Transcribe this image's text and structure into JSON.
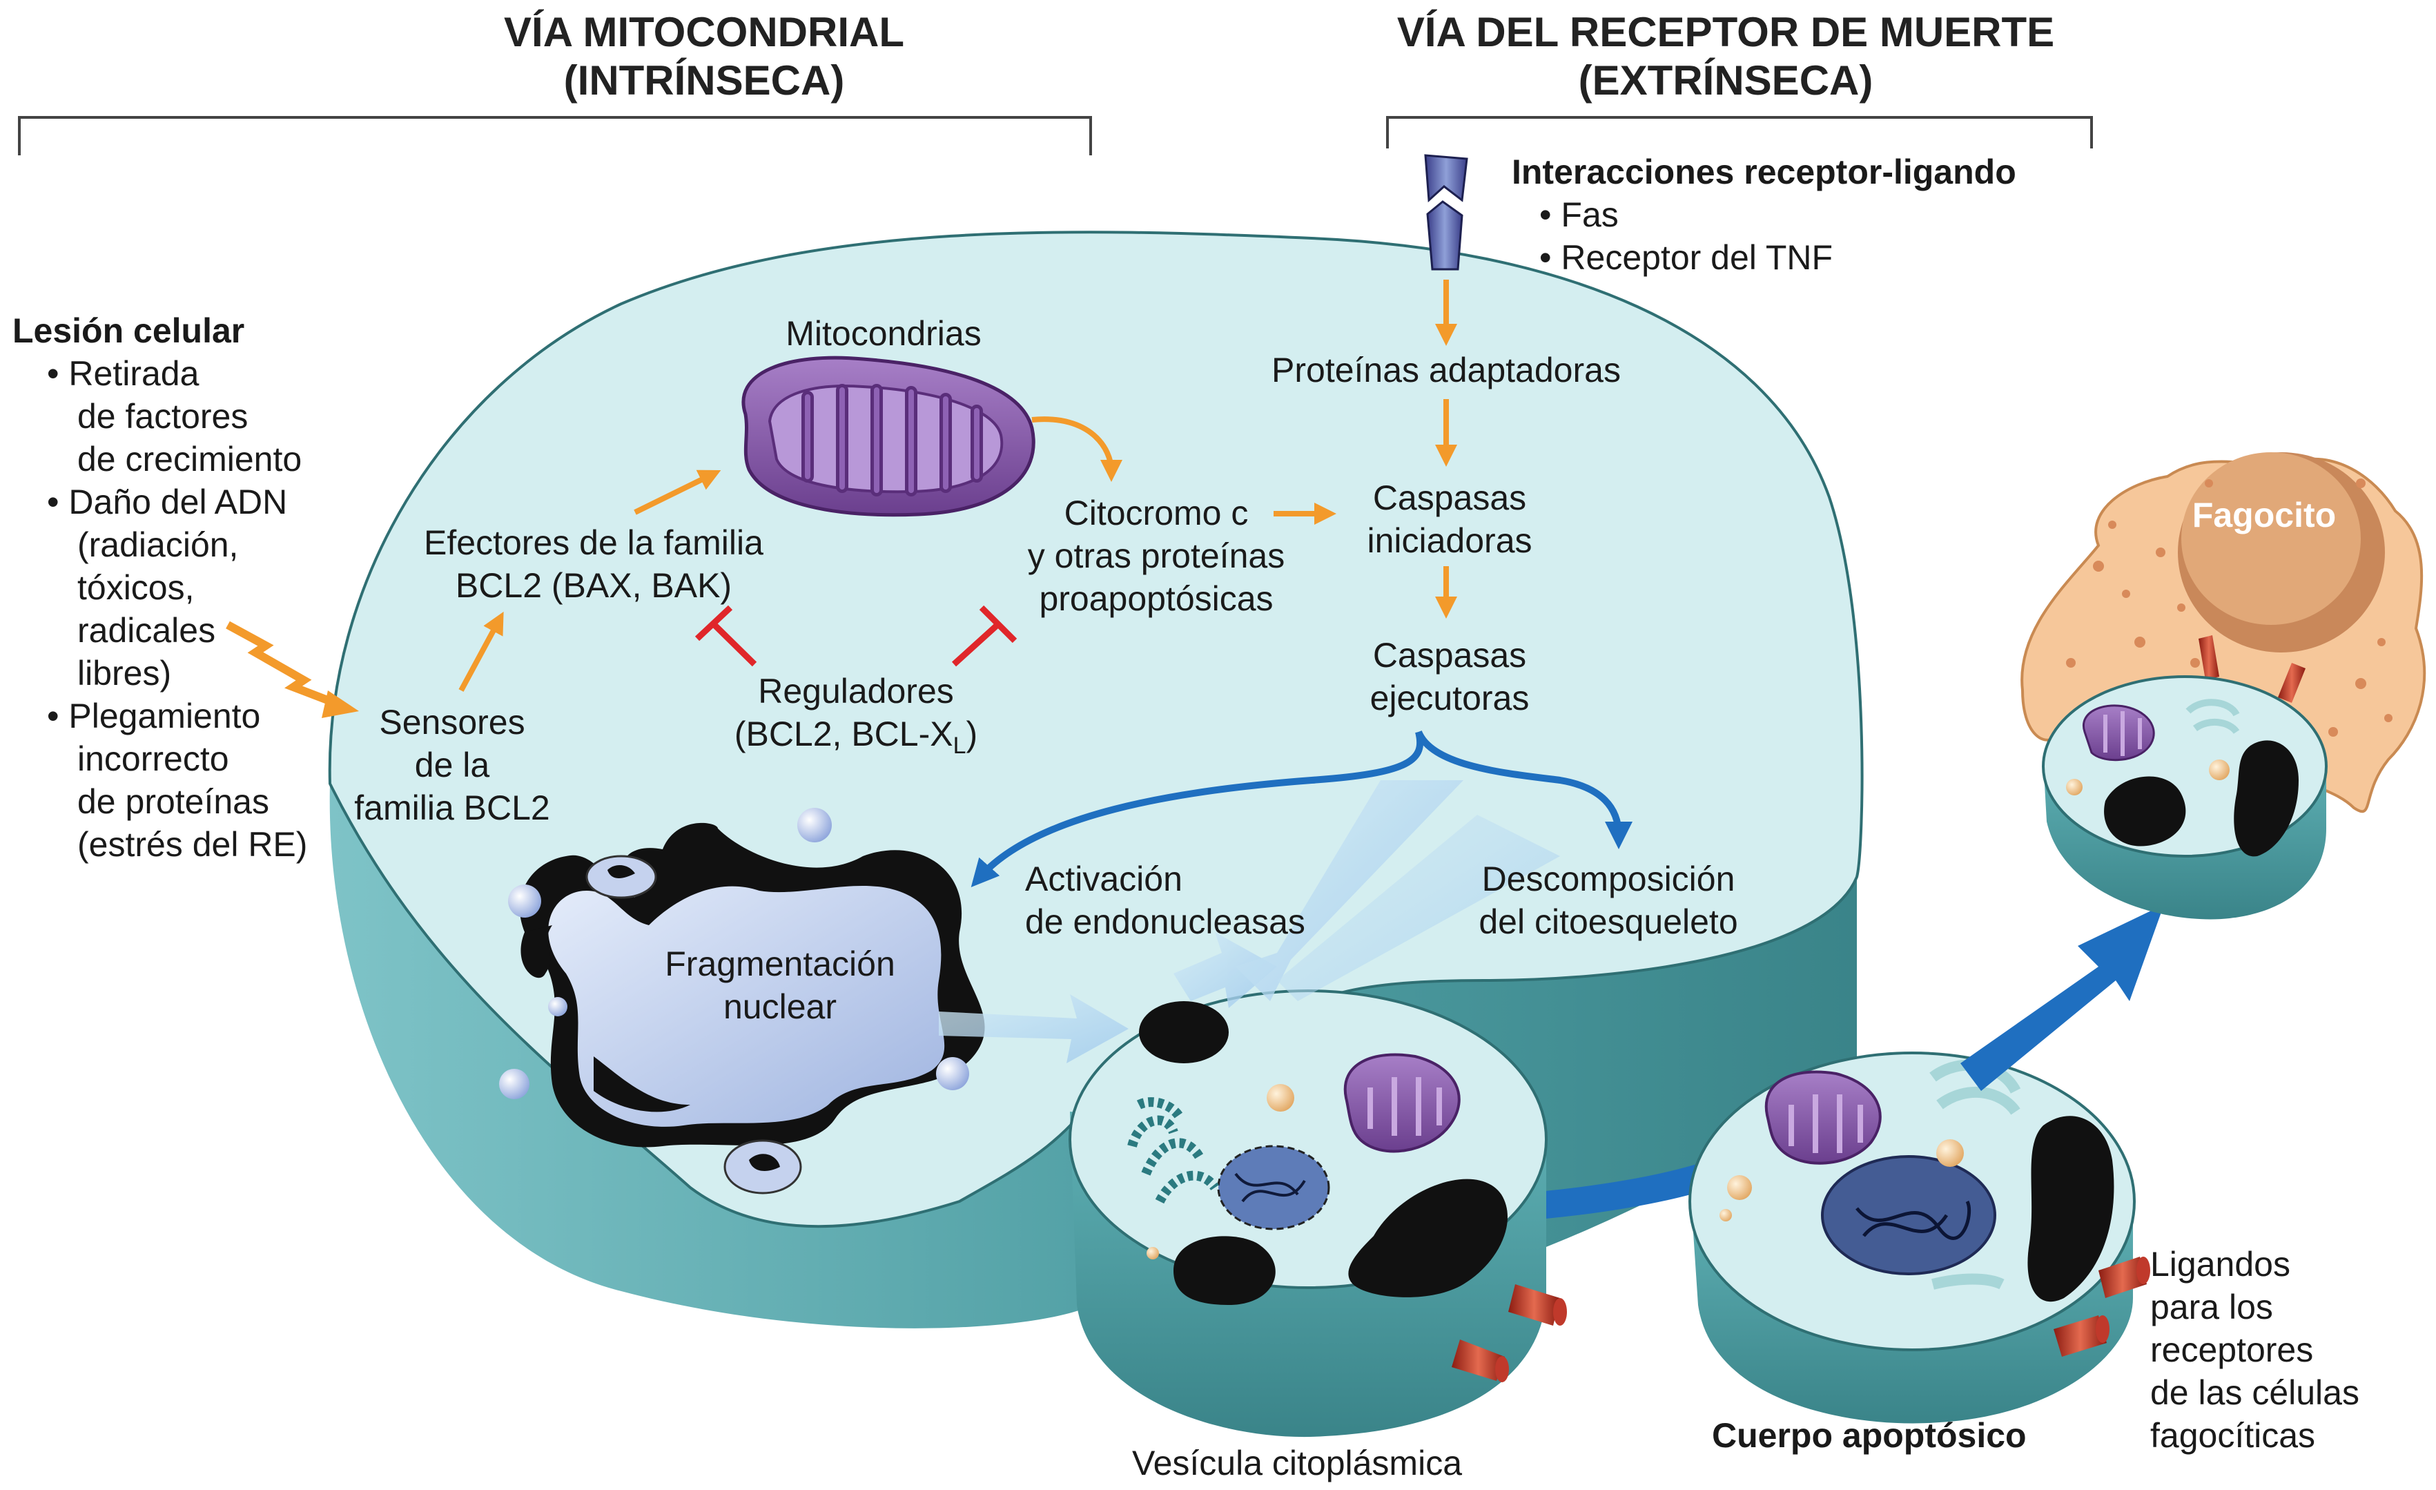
{
  "headers": {
    "intrinsic_line1": "VÍA MITOCONDRIAL",
    "intrinsic_line2": "(INTRÍNSECA)",
    "extrinsic_line1": "VÍA DEL RECEPTOR DE MUERTE",
    "extrinsic_line2": "(EXTRÍNSECA)"
  },
  "injury": {
    "title": "Lesión celular",
    "items": [
      [
        "Retirada",
        "de factores",
        "de crecimiento"
      ],
      [
        "Daño del ADN",
        "(radiación,",
        "tóxicos,",
        "radicales",
        "libres)"
      ],
      [
        "Plegamiento",
        "incorrecto",
        "de proteínas",
        "(estrés del RE)"
      ]
    ]
  },
  "receptor": {
    "title": "Interacciones receptor-ligando",
    "items": [
      "Fas",
      "Receptor del TNF"
    ]
  },
  "nodes": {
    "mitochondria": "Mitocondrias",
    "effectors": [
      "Efectores de la familia",
      "BCL2 (BAX, BAK)"
    ],
    "sensors": [
      "Sensores",
      "de la",
      "familia BCL2"
    ],
    "cytochrome": [
      "Citocromo c",
      "y otras proteínas",
      "proapoptósicas"
    ],
    "regulators_line1": "Reguladores",
    "regulators_line2": "(BCL2, BCL-X",
    "regulators_sub": "L",
    "regulators_close": ")",
    "adaptors": "Proteínas adaptadoras",
    "initiator": [
      "Caspasas",
      "iniciadoras"
    ],
    "executioner": [
      "Caspasas",
      "ejecutoras"
    ],
    "endonuclease": [
      "Activación",
      "de endonucleasas"
    ],
    "cytoskeleton": [
      "Descomposición",
      "del citoesqueleto"
    ],
    "nuclear": [
      "Fragmentación",
      "nuclear"
    ],
    "phagocyte": "Fagocito",
    "vesicle": "Vesícula citoplásmica",
    "apoptotic_body": "Cuerpo apoptósico",
    "ligands": [
      "Ligandos",
      "para los",
      "receptores",
      "de las células",
      "fagocíticas"
    ]
  },
  "colors": {
    "cell_top": "#d4eef0",
    "cell_side": "#4f9ea3",
    "arrow_orange": "#f39a2b",
    "inhibit_red": "#e0262a",
    "arrow_blue": "#1f6fc0",
    "mito_purple": "#7a4a9c",
    "phagocyte": "#f6c79a"
  }
}
